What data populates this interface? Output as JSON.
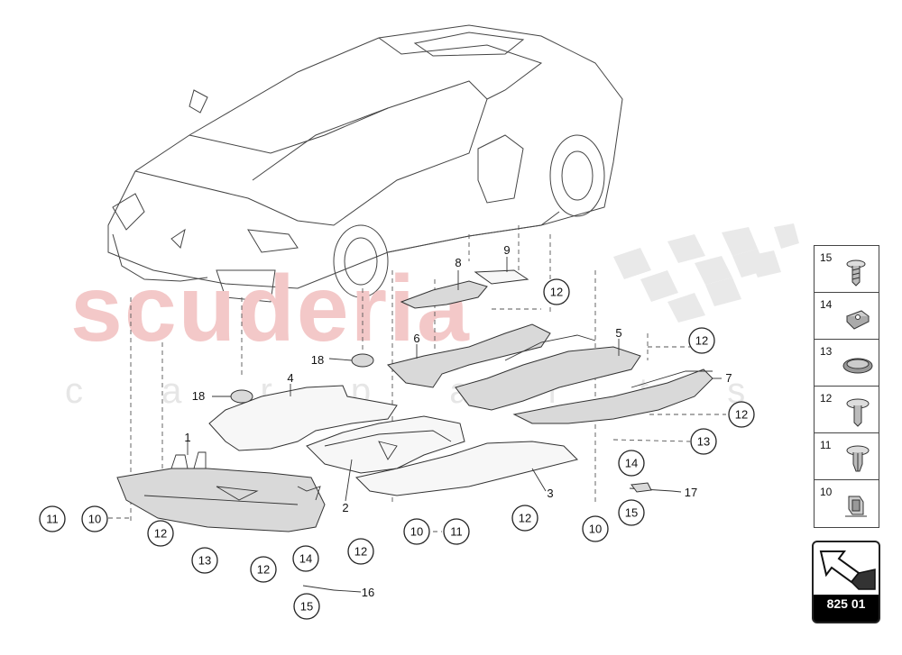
{
  "watermark": {
    "brand": "scuderia",
    "tagline": "c a r p a r t s"
  },
  "callouts": [
    {
      "id": "c-11a",
      "label": "11"
    },
    {
      "id": "c-10a",
      "label": "10"
    },
    {
      "id": "c-12a",
      "label": "12"
    },
    {
      "id": "c-13a",
      "label": "13"
    },
    {
      "id": "c-12b",
      "label": "12"
    },
    {
      "id": "c-14a",
      "label": "14"
    },
    {
      "id": "c-15a",
      "label": "15"
    },
    {
      "id": "c-12c",
      "label": "12"
    },
    {
      "id": "c-10b",
      "label": "10"
    },
    {
      "id": "c-11b",
      "label": "11"
    },
    {
      "id": "c-12d",
      "label": "12"
    },
    {
      "id": "c-10c",
      "label": "10"
    },
    {
      "id": "c-14b",
      "label": "14"
    },
    {
      "id": "c-15b",
      "label": "15"
    },
    {
      "id": "c-13b",
      "label": "13"
    },
    {
      "id": "c-12e",
      "label": "12"
    },
    {
      "id": "c-12f",
      "label": "12"
    },
    {
      "id": "c-12g",
      "label": "12"
    }
  ],
  "part_labels": [
    {
      "id": "p-1",
      "label": "1"
    },
    {
      "id": "p-2",
      "label": "2"
    },
    {
      "id": "p-3",
      "label": "3"
    },
    {
      "id": "p-4",
      "label": "4"
    },
    {
      "id": "p-5",
      "label": "5"
    },
    {
      "id": "p-6",
      "label": "6"
    },
    {
      "id": "p-7",
      "label": "7"
    },
    {
      "id": "p-8",
      "label": "8"
    },
    {
      "id": "p-9",
      "label": "9"
    },
    {
      "id": "p-16",
      "label": "16"
    },
    {
      "id": "p-17",
      "label": "17"
    },
    {
      "id": "p-18a",
      "label": "18"
    },
    {
      "id": "p-18b",
      "label": "18"
    }
  ],
  "legend": [
    {
      "number": "15",
      "icon": "screw-icon"
    },
    {
      "number": "14",
      "icon": "clip-nut-icon"
    },
    {
      "number": "13",
      "icon": "grommet-icon"
    },
    {
      "number": "12",
      "icon": "rivet-icon"
    },
    {
      "number": "11",
      "icon": "push-rivet-icon"
    },
    {
      "number": "10",
      "icon": "spring-clip-icon"
    }
  ],
  "reference": {
    "code": "825 01",
    "icon": "arrow-icon"
  }
}
